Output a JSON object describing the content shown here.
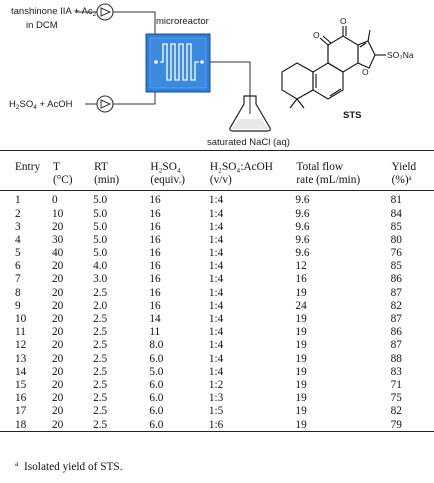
{
  "scheme": {
    "reagent_top_line1": "tanshinone IIA + Ac",
    "reagent_top_line1_sub": "2",
    "reagent_top_line1_tail": "O",
    "reagent_top_line2": "in DCM",
    "reagent_bottom_a": "H",
    "reagent_bottom_sub1": "2",
    "reagent_bottom_b": "SO",
    "reagent_bottom_sub2": "4",
    "reagent_bottom_c": " + AcOH",
    "microreactor_label": "microreactor",
    "quench_label": "saturated NaCl (aq)",
    "product_label": "STS",
    "substituent_label": "SO₃Na",
    "colors": {
      "reactor_fill": "#2f7fd8",
      "reactor_edge": "#1a4f9a",
      "line": "#333333"
    }
  },
  "table": {
    "headers": [
      {
        "l1": "Entry",
        "l2": ""
      },
      {
        "l1": "T",
        "l2": "(°C)"
      },
      {
        "l1": "RT",
        "l2": "(min)"
      },
      {
        "l1": "H₂SO₄",
        "l2": "(equiv.)"
      },
      {
        "l1": "H₂SO₄:AcOH",
        "l2": "(v/v)"
      },
      {
        "l1": "Total flow",
        "l2": "rate (mL/min)"
      },
      {
        "l1": "Yield",
        "l2": "(%)ᵃ"
      }
    ],
    "rows": [
      [
        "1",
        "0",
        "5.0",
        "16",
        "1:4",
        "9.6",
        "81"
      ],
      [
        "2",
        "10",
        "5.0",
        "16",
        "1:4",
        "9.6",
        "84"
      ],
      [
        "3",
        "20",
        "5.0",
        "16",
        "1:4",
        "9.6",
        "85"
      ],
      [
        "4",
        "30",
        "5.0",
        "16",
        "1:4",
        "9.6",
        "80"
      ],
      [
        "5",
        "40",
        "5.0",
        "16",
        "1:4",
        "9.6",
        "76"
      ],
      [
        "6",
        "20",
        "4.0",
        "16",
        "1:4",
        "12",
        "85"
      ],
      [
        "7",
        "20",
        "3.0",
        "16",
        "1:4",
        "16",
        "86"
      ],
      [
        "8",
        "20",
        "2.5",
        "16",
        "1:4",
        "19",
        "87"
      ],
      [
        "9",
        "20",
        "2.0",
        "16",
        "1:4",
        "24",
        "82"
      ],
      [
        "10",
        "20",
        "2.5",
        "14",
        "1:4",
        "19",
        "87"
      ],
      [
        "11",
        "20",
        "2.5",
        "11",
        "1:4",
        "19",
        "86"
      ],
      [
        "12",
        "20",
        "2.5",
        "8.0",
        "1:4",
        "19",
        "87"
      ],
      [
        "13",
        "20",
        "2.5",
        "6.0",
        "1:4",
        "19",
        "88"
      ],
      [
        "14",
        "20",
        "2.5",
        "5.0",
        "1:4",
        "19",
        "83"
      ],
      [
        "15",
        "20",
        "2.5",
        "6.0",
        "1:2",
        "19",
        "71"
      ],
      [
        "16",
        "20",
        "2.5",
        "6.0",
        "1:3",
        "19",
        "75"
      ],
      [
        "17",
        "20",
        "2.5",
        "6.0",
        "1:5",
        "19",
        "82"
      ],
      [
        "18",
        "20",
        "2.5",
        "6.0",
        "1:6",
        "19",
        "79"
      ]
    ]
  },
  "footnote": {
    "mark": "a",
    "text": "Isolated yield of STS."
  }
}
